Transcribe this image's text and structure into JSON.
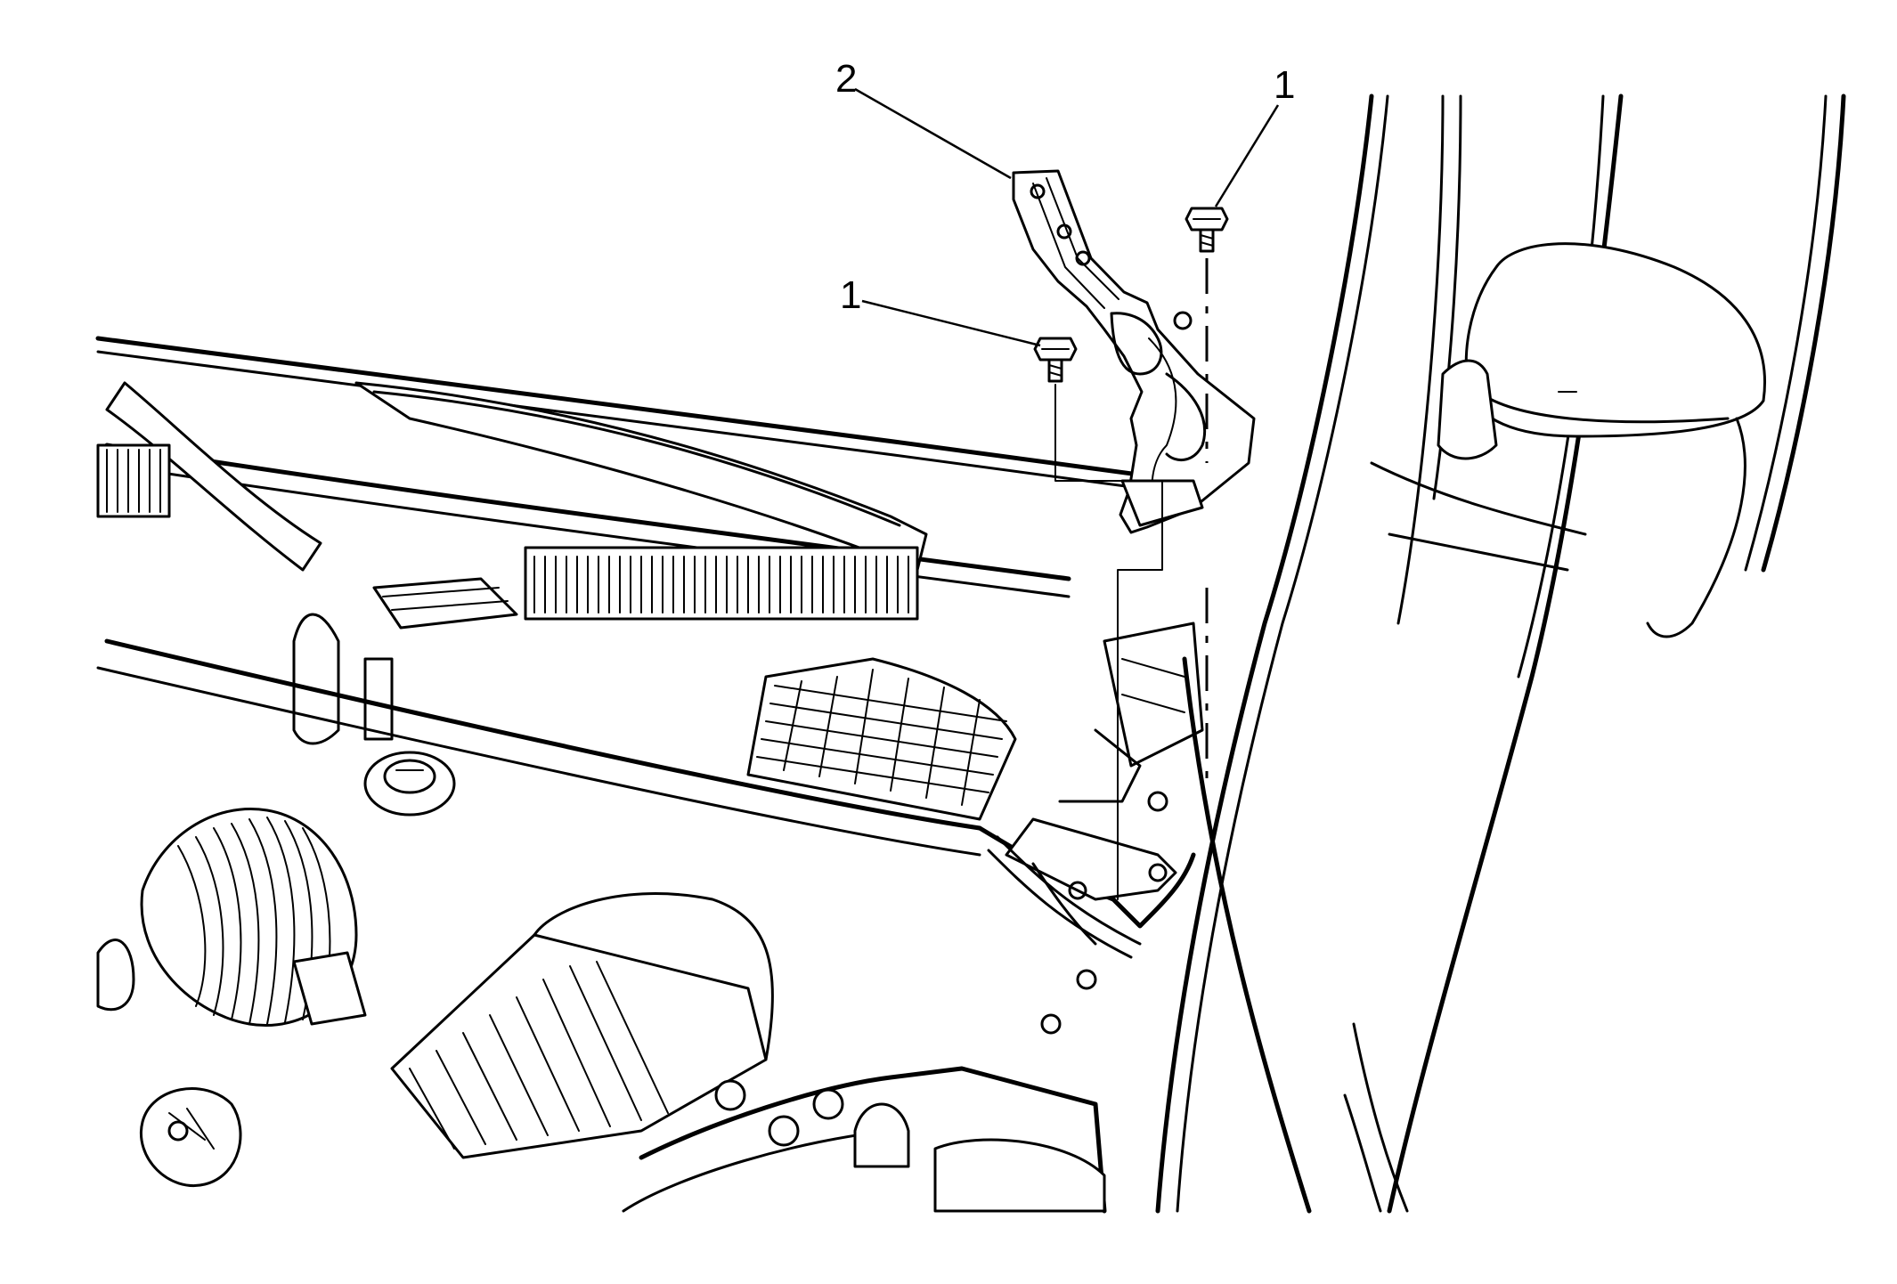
{
  "callouts": {
    "hinge_label": "2",
    "bolt_upper_label": "1",
    "bolt_left_label": "1"
  }
}
